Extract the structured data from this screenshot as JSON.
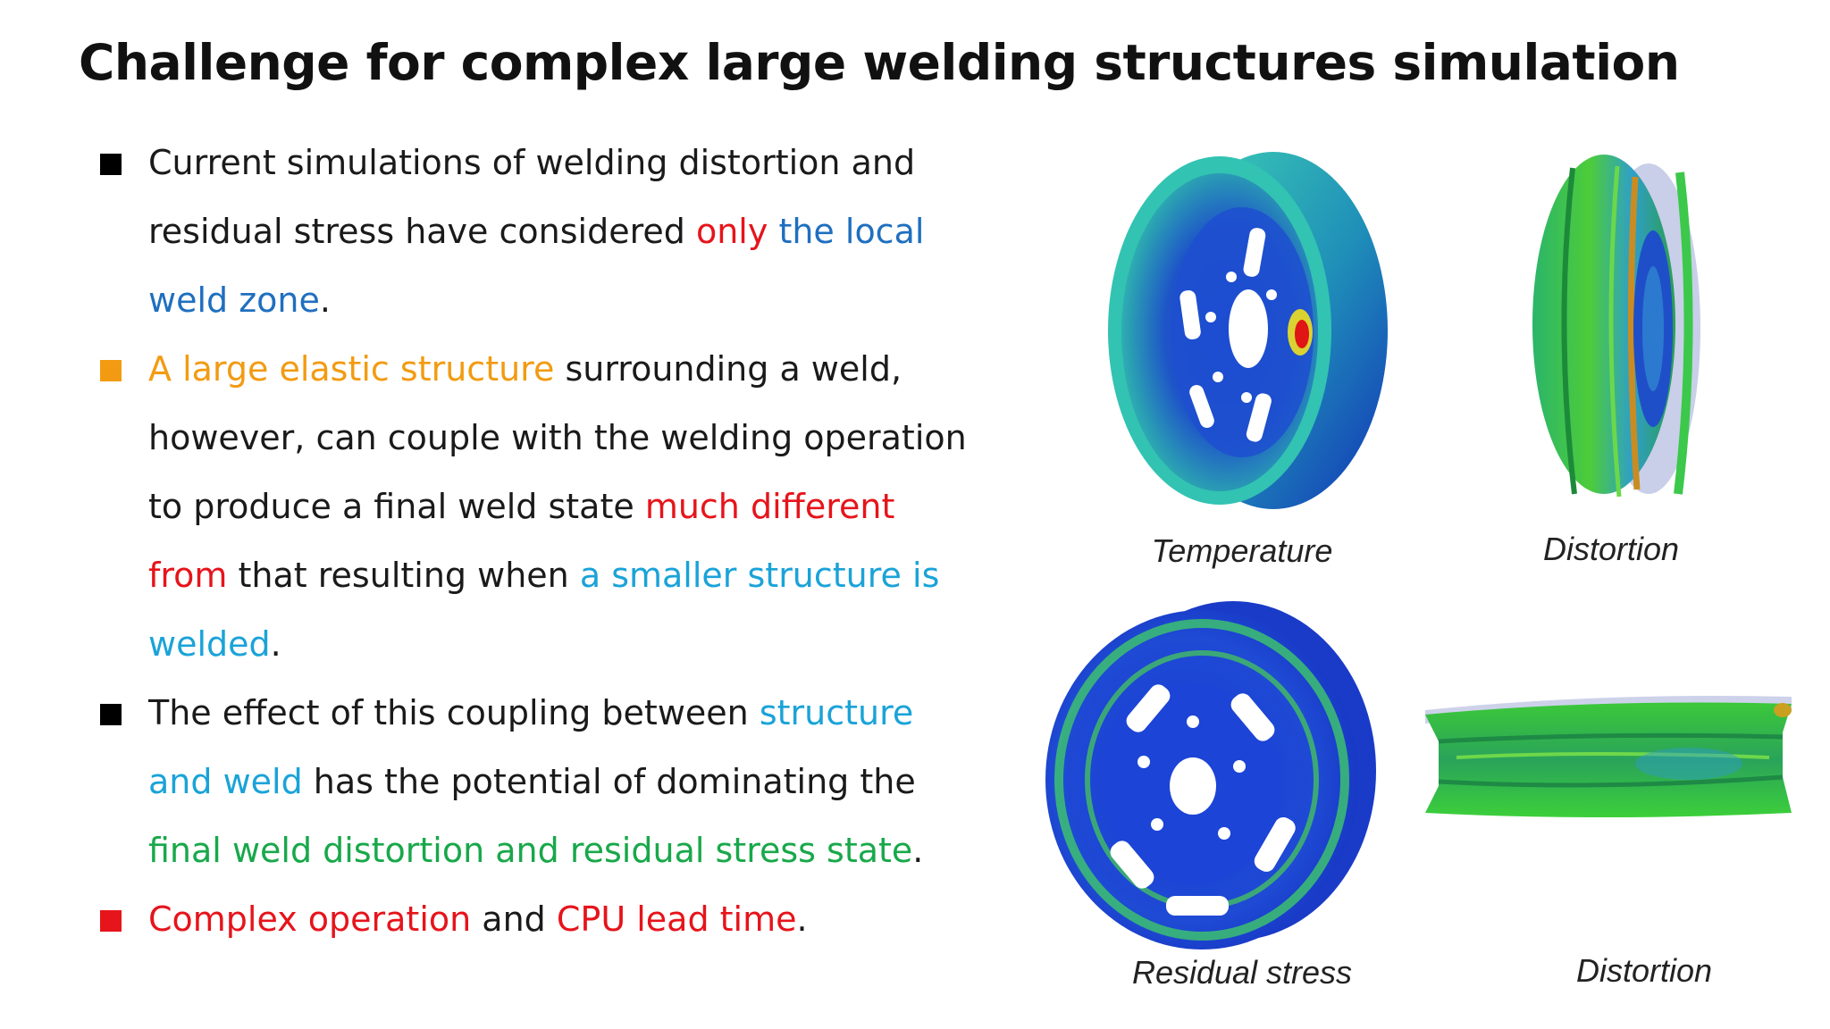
{
  "title": "Challenge for complex large welding structures simulation",
  "colors": {
    "black_marker": "#000000",
    "orange": "#f29b12",
    "red": "#e6141b",
    "blue": "#1f6fbf",
    "cyan": "#1aa3d8",
    "green": "#18a84a"
  },
  "bullets": [
    {
      "marker_color": "#000000",
      "lines": [
        [
          {
            "t": "Current simulations of welding distortion and",
            "c": ""
          }
        ],
        [
          {
            "t": "residual stress have considered ",
            "c": ""
          },
          {
            "t": "only",
            "c": "red"
          },
          {
            "t": " the local",
            "c": "blue"
          }
        ],
        [
          {
            "t": "weld zone",
            "c": "blue"
          },
          {
            "t": ".",
            "c": ""
          }
        ]
      ]
    },
    {
      "marker_color": "#f29b12",
      "lines": [
        [
          {
            "t": "A large elastic structure",
            "c": "orange"
          },
          {
            "t": " surrounding a weld,",
            "c": ""
          }
        ],
        [
          {
            "t": "however, can couple with the welding operation",
            "c": ""
          }
        ],
        [
          {
            "t": "to produce a final weld state ",
            "c": ""
          },
          {
            "t": "much different",
            "c": "red"
          }
        ],
        [
          {
            "t": "from",
            "c": "red"
          },
          {
            "t": " that resulting when ",
            "c": ""
          },
          {
            "t": "a smaller structure is",
            "c": "cyan"
          }
        ],
        [
          {
            "t": "welded",
            "c": "cyan"
          },
          {
            "t": ".",
            "c": ""
          }
        ]
      ]
    },
    {
      "marker_color": "#000000",
      "lines": [
        [
          {
            "t": "The effect of this coupling between ",
            "c": ""
          },
          {
            "t": "structure",
            "c": "cyan"
          }
        ],
        [
          {
            "t": "and weld",
            "c": "cyan"
          },
          {
            "t": " has the potential of dominating the",
            "c": ""
          }
        ],
        [
          {
            "t": "final weld distortion and residual stress state",
            "c": "green"
          },
          {
            "t": ".",
            "c": ""
          }
        ]
      ]
    },
    {
      "marker_color": "#e6141b",
      "lines": [
        [
          {
            "t": "Complex operation",
            "c": "red"
          },
          {
            "t": " and ",
            "c": ""
          },
          {
            "t": "CPU lead time",
            "c": "red"
          },
          {
            "t": ".",
            "c": ""
          }
        ]
      ]
    }
  ],
  "figures": {
    "temperature_caption": "Temperature",
    "distortion_top_caption": "Distortion",
    "residual_caption": "Residual stress",
    "distortion_bottom_caption": "Distortion"
  }
}
